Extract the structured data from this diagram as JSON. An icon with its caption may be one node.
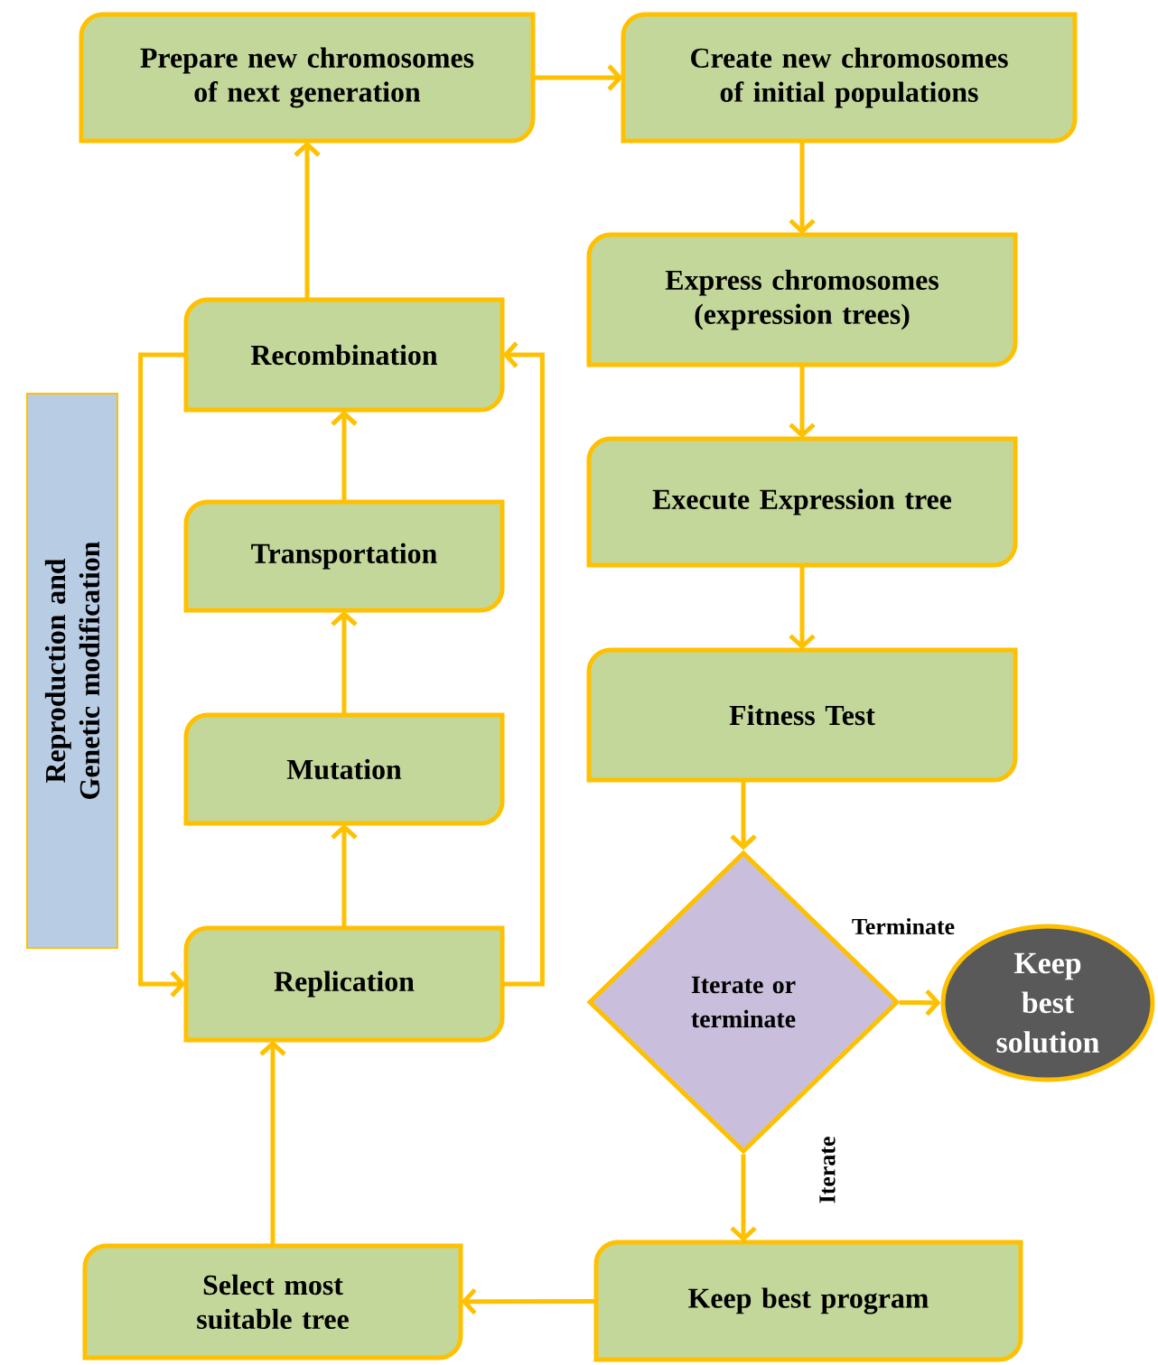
{
  "diagram": {
    "nodes": [
      {
        "text": [
          "Prepare new chromosomes of next generation"
        ]
      },
      {
        "text": [
          "Create new chromosomes of initial populations"
        ]
      },
      {
        "text": [
          "Express chromosomes (expression trees)"
        ]
      },
      {
        "text": [
          "Execute Expression tree"
        ]
      },
      {
        "text": [
          "Fitness Test"
        ]
      },
      {
        "text": [
          "Iterate or terminate"
        ]
      },
      {
        "text": [
          "Keep best solution"
        ]
      },
      {
        "text": [
          "Keep best program"
        ]
      },
      {
        "text": [
          "Select most suitable tree"
        ]
      },
      {
        "text": [
          "Replication"
        ]
      },
      {
        "text": [
          "Mutation"
        ]
      },
      {
        "text": [
          "Transportation"
        ]
      },
      {
        "text": [
          "Recombination"
        ]
      },
      {
        "text": [
          "Reproduction and Genetic modification"
        ]
      }
    ],
    "edges": [
      {
        "from": 0,
        "to": 1,
        "arrow": "to"
      },
      {
        "from": 1,
        "to": 2,
        "arrow": "to"
      },
      {
        "from": 2,
        "to": 3,
        "arrow": "to"
      },
      {
        "from": 3,
        "to": 4,
        "arrow": "to"
      },
      {
        "from": 4,
        "to": 5,
        "arrow": "to"
      },
      {
        "from": 5,
        "to": 6,
        "arrow": "to",
        "label": "Terminate"
      },
      {
        "from": 5,
        "to": 7,
        "arrow": "to",
        "label": "Iterate"
      },
      {
        "from": 7,
        "to": 8,
        "arrow": "to"
      },
      {
        "from": 8,
        "to": 9,
        "arrow": "to"
      },
      {
        "from": 9,
        "to": 10,
        "arrow": "to"
      },
      {
        "from": 10,
        "to": 11,
        "arrow": "to"
      },
      {
        "from": 11,
        "to": 12,
        "arrow": "to"
      },
      {
        "from": 12,
        "to": 0,
        "arrow": "to"
      },
      {
        "from": 12,
        "to": 9,
        "arrow": "to"
      },
      {
        "from": 9,
        "to": 12,
        "arrow": "to"
      }
    ]
  }
}
